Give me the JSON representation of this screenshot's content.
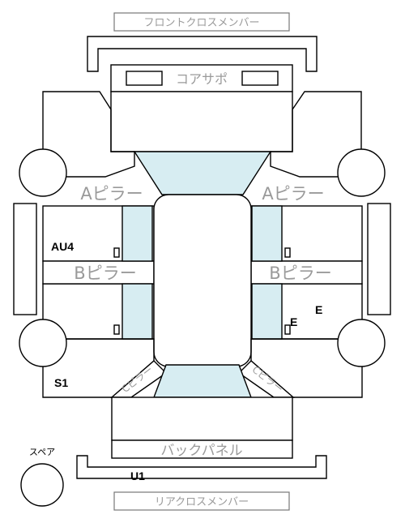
{
  "labels": {
    "front_cross_member": "フロントクロスメンバー",
    "core_support": "コアサポ",
    "a_pillar_left": "Aピラー",
    "a_pillar_right": "Aピラー",
    "b_pillar_left": "Bピラー",
    "b_pillar_right": "Bピラー",
    "c_pillar_left": "Cピラー",
    "c_pillar_right": "Cピラー",
    "back_panel": "バックパネル",
    "rear_cross_member": "リアクロスメンバー",
    "spare": "スペア"
  },
  "marks": {
    "au4": "AU4",
    "e_upper": "E",
    "e_lower": "E",
    "s1": "S1",
    "u1": "U1"
  },
  "colors": {
    "glass": "#d7edf2",
    "outline": "#000000",
    "label_gray": "#9a9a9a"
  }
}
